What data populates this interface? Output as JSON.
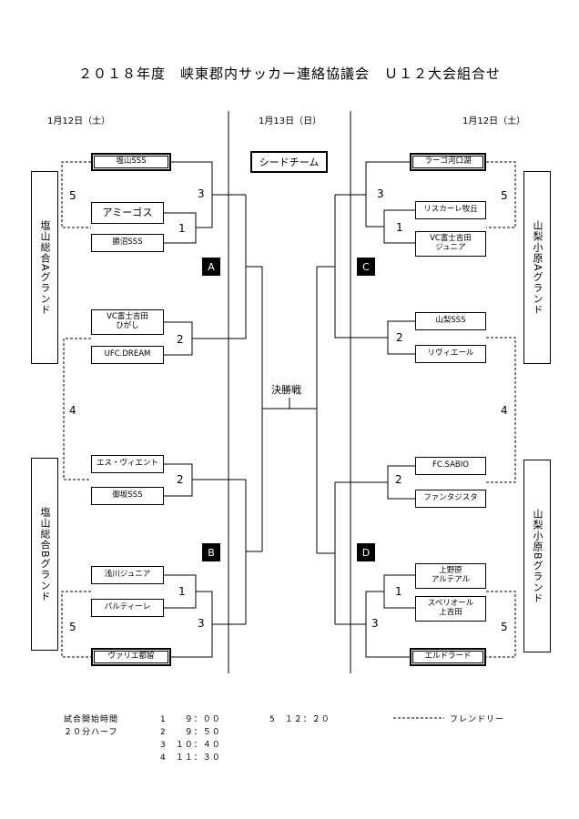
{
  "title": "２０１８年度　峡東郡内サッカー連絡協議会　Ｕ１２大会組合せ",
  "dates": {
    "left": "1月12日（土）",
    "center": "1月13日（日）",
    "right": "1月12日（土）"
  },
  "venues": {
    "left_top": "塩山総合Aグランド",
    "left_bottom": "塩山総合Bグランド",
    "right_top": "山梨小原Aグランド",
    "right_bottom": "山梨小原Bグランド"
  },
  "seed_label": "シードチーム",
  "final_label": "決勝戦",
  "blocks": {
    "a": "A",
    "b": "B",
    "c": "C",
    "d": "D"
  },
  "teams_left": [
    "塩山SSS",
    "アミーゴス",
    "勝沼SSS",
    "VC富士吉田\nひがし",
    "UFC.DREAM",
    "エス・ヴィエント",
    "御坂SSS",
    "浅川ジュニア",
    "パルティーレ",
    "ヴァリエ都留"
  ],
  "teams_right": [
    "ラーゴ河口湖",
    "リスカーレ牧丘",
    "VC富士吉田\nジュニア",
    "山梨SSS",
    "リヴィエール",
    "FC.SABIO",
    "ファンタジスタ",
    "上野原\nアルテアル",
    "スペリオール\n上吉田",
    "エルドラード"
  ],
  "match_numbers": {
    "l5a": "5",
    "l3a": "3",
    "l1a": "1",
    "l2a": "2",
    "l4": "4",
    "l2b": "2",
    "l1b": "1",
    "l5b": "5",
    "l3b": "3",
    "r3a": "3",
    "r5a": "5",
    "r1a": "1",
    "r2a": "2",
    "r4": "4",
    "r2b": "2",
    "r1b": "1",
    "r3b": "3",
    "r5b": "5"
  },
  "footer": {
    "label1": "試合開始時間",
    "label2": "２０分ハーフ",
    "times": [
      "1　　９：００",
      "2　　９：５０",
      "3　１０：４０",
      "4　１１：３０",
      "5　１２：２０"
    ],
    "friendly_label": "フレンドリー"
  }
}
